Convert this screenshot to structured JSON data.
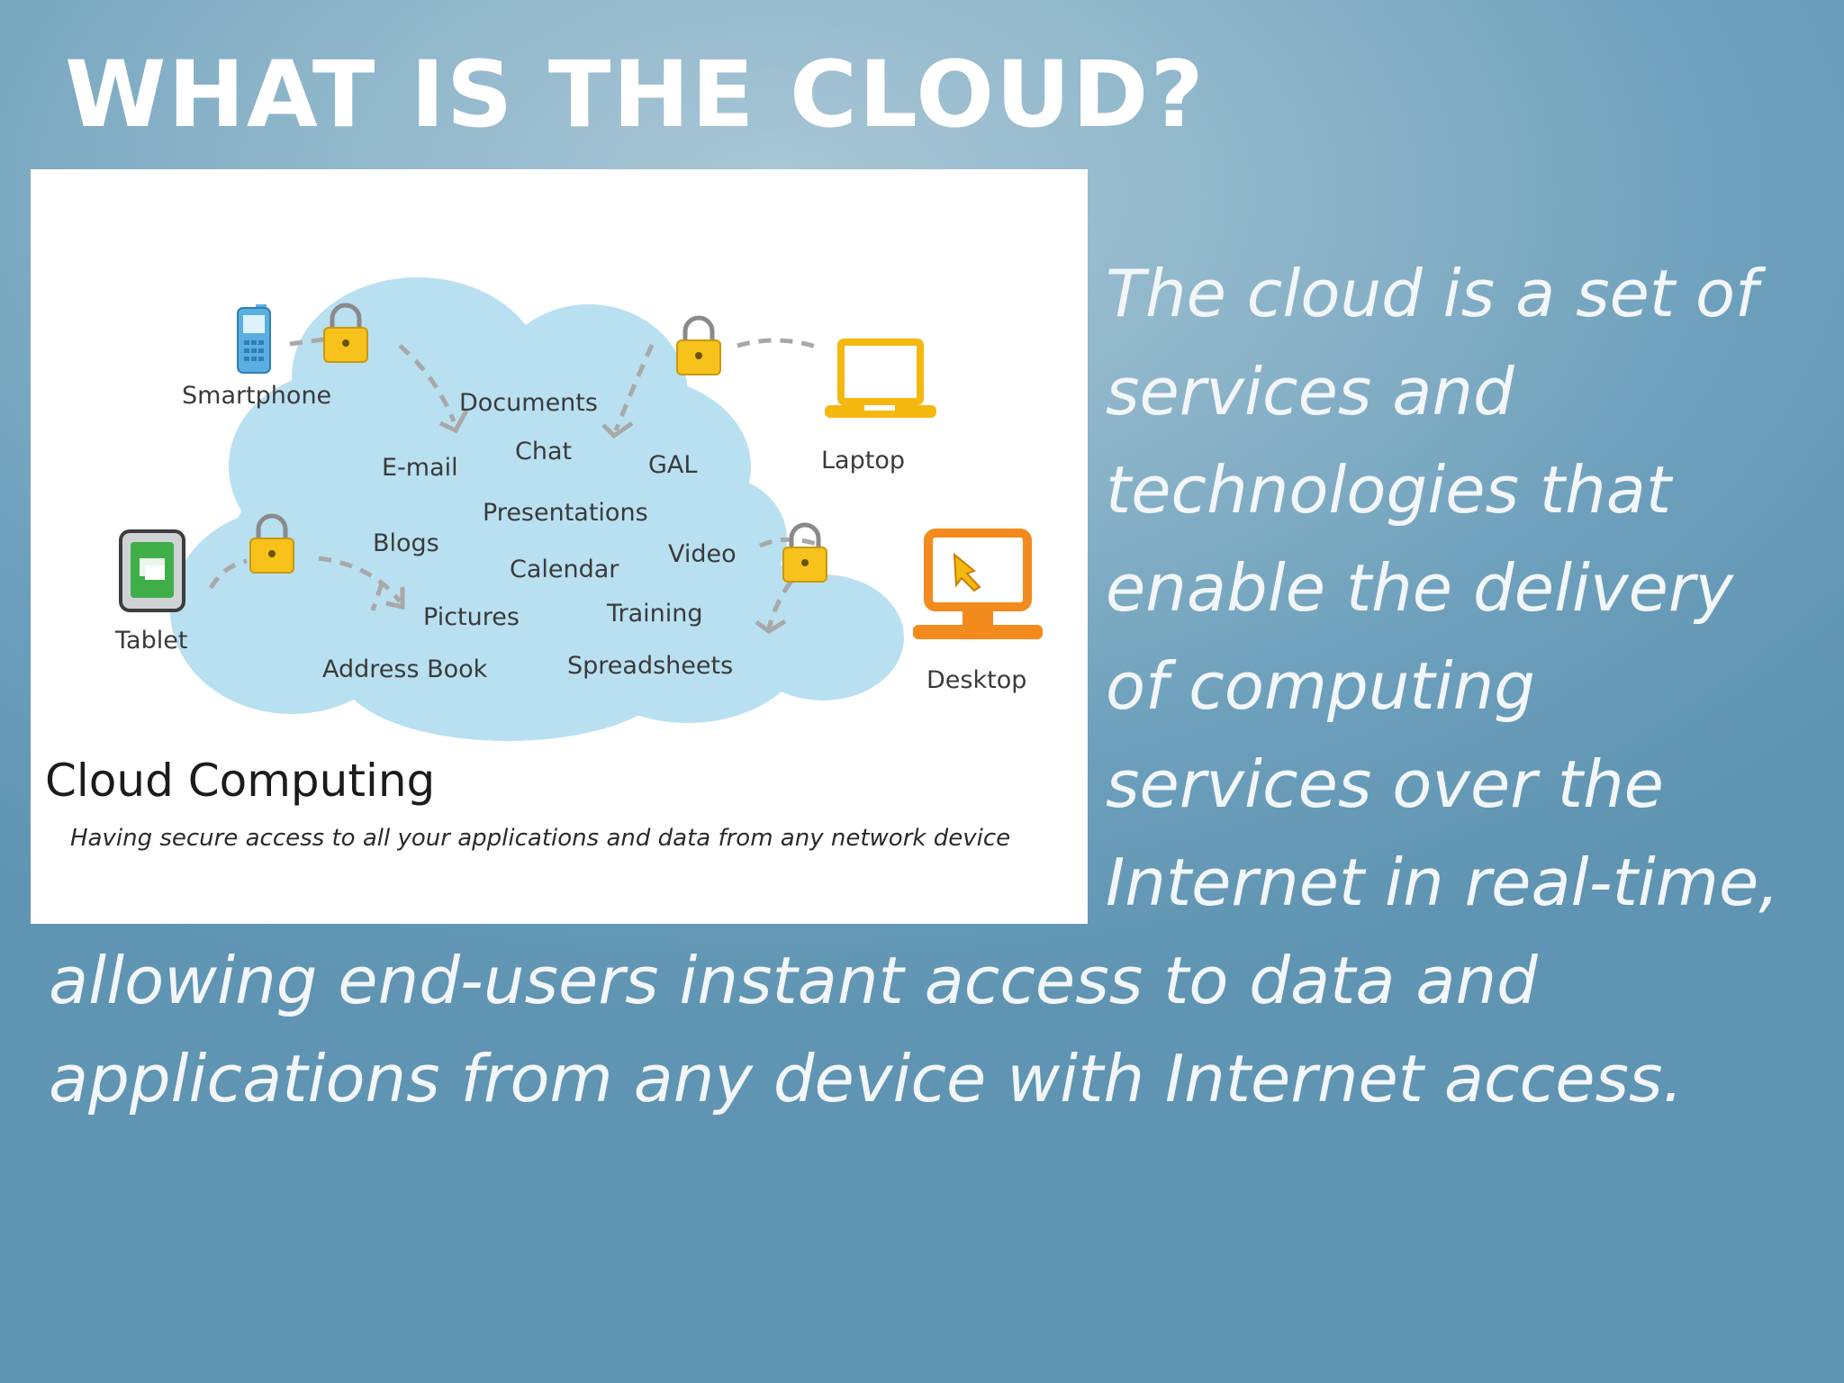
{
  "slide": {
    "title": "WHAT IS THE CLOUD?"
  },
  "figure": {
    "caption": "Cloud Computing",
    "subcaption": "Having secure access to all your applications and data from any network device",
    "devices": {
      "smartphone": "Smartphone",
      "laptop": "Laptop",
      "tablet": "Tablet",
      "desktop": "Desktop"
    },
    "services": {
      "documents": "Documents",
      "chat": "Chat",
      "email": "E-mail",
      "gal": "GAL",
      "presentations": "Presentations",
      "blogs": "Blogs",
      "calendar": "Calendar",
      "video": "Video",
      "pictures": "Pictures",
      "training": "Training",
      "address_book": "Address Book",
      "spreadsheets": "Spreadsheets"
    },
    "colors": {
      "cloud": "#b9e0f1",
      "lock": "#f6c21b",
      "laptop": "#f5b80f",
      "desktop": "#f38a1e",
      "smartphone": "#5aaee0",
      "tablet": "#3fae49",
      "arrow": "#a8a8a8"
    },
    "icons": [
      "smartphone-icon",
      "laptop-icon",
      "tablet-icon",
      "desktop-icon",
      "padlock-icon",
      "cloud-shape"
    ]
  },
  "body": {
    "lines_right": [
      "The cloud is a set of",
      "services and",
      "technologies that",
      "enable the delivery",
      "of computing",
      "services over the",
      "Internet in real-time,"
    ],
    "lines_full": [
      "allowing end-users instant access to data and",
      "applications from any device with Internet access."
    ]
  }
}
